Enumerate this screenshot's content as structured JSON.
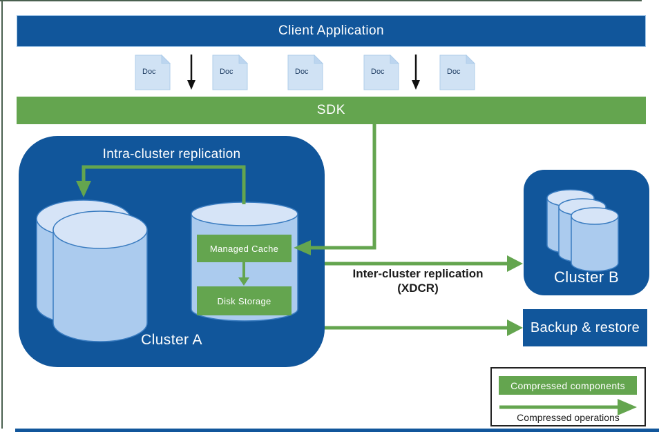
{
  "colors": {
    "navy": "#11569B",
    "green": "#64A54F",
    "doc_fill": "#D0E2F4",
    "cylinder_body": "#ABCBEE",
    "cylinder_top": "#D6E4F7",
    "cylinder_stroke": "#3A7CC0",
    "frame_line": "#49604f"
  },
  "top_bar": {
    "label": "Client Application"
  },
  "sdk_bar": {
    "label": "SDK"
  },
  "docs": {
    "labels": [
      "Doc",
      "Doc",
      "Doc",
      "Doc",
      "Doc"
    ]
  },
  "cluster_a": {
    "title": "Intra-cluster replication",
    "label": "Cluster A",
    "managed_cache_label": "Managed Cache",
    "disk_storage_label": "Disk Storage"
  },
  "cluster_b": {
    "label": "Cluster B"
  },
  "backup": {
    "label": "Backup & restore"
  },
  "inter_cluster": {
    "line1": "Inter-cluster replication",
    "line2": "(XDCR)"
  },
  "legend": {
    "components_label": "Compressed components",
    "operations_label": "Compressed operations"
  }
}
